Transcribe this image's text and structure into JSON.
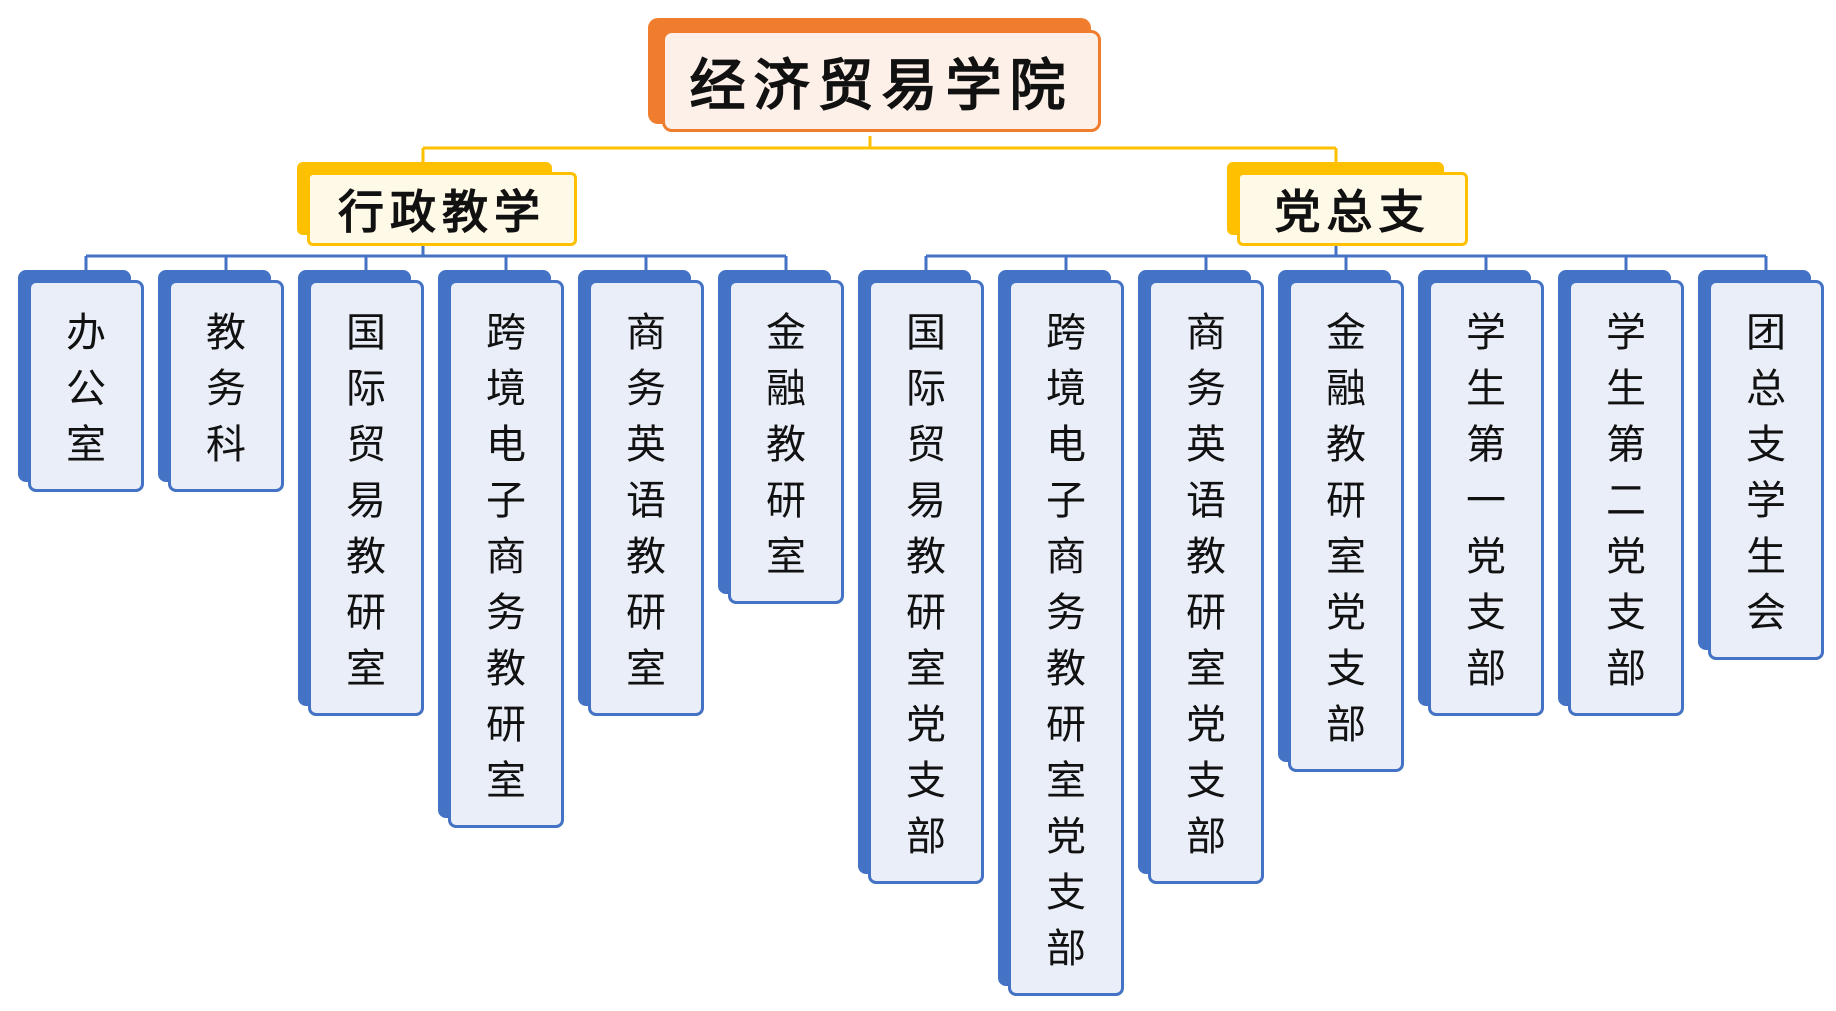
{
  "colors": {
    "root_accent": "#f07d2e",
    "root_fill": "#fdf0e8",
    "mid_accent": "#ffc000",
    "mid_fill": "#fff9e8",
    "leaf_accent": "#4472c4",
    "leaf_fill": "#e9eef8"
  },
  "root": {
    "label": "经济贸易学院"
  },
  "branches": [
    {
      "label": "行政教学",
      "children": [
        "办公室",
        "教务科",
        "国际贸易教研室",
        "跨境电子商务教研室",
        "商务英语教研室",
        "金融教研室"
      ]
    },
    {
      "label": "党总支",
      "children": [
        "国际贸易教研室党支部",
        "跨境电子商务教研室党支部",
        "商务英语教研室党支部",
        "金融教研室党支部",
        "学生第一党支部",
        "学生第二党支部",
        "团总支学生会"
      ]
    }
  ]
}
